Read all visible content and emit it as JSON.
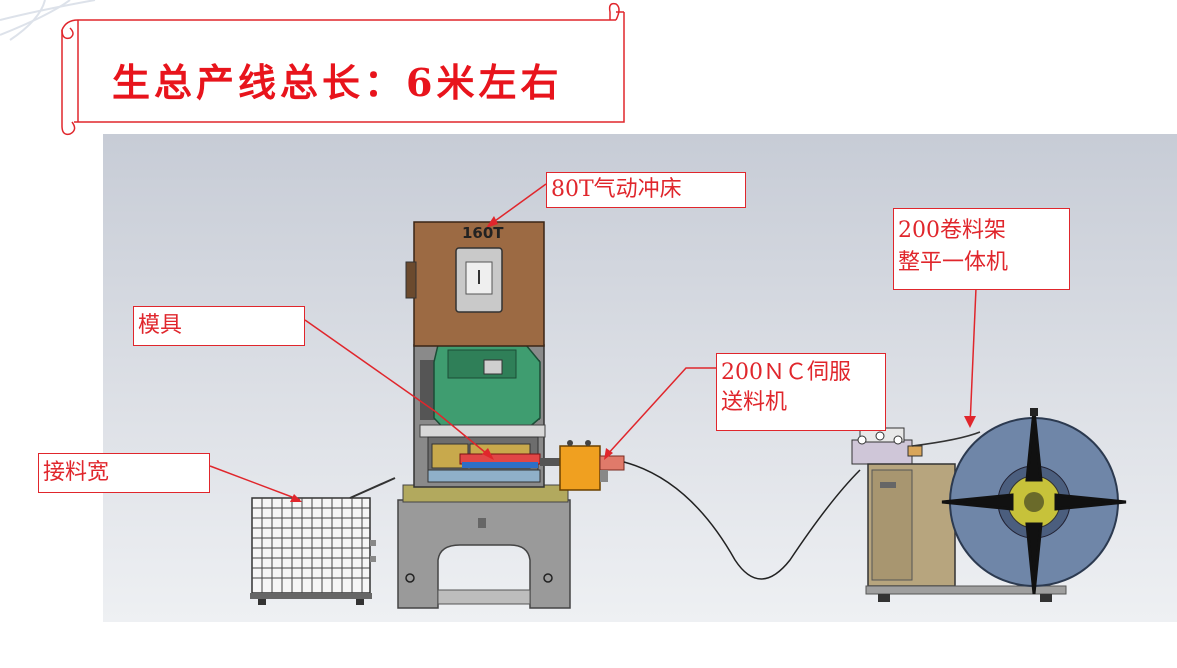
{
  "title": "生总产线总长：6米左右",
  "labels": {
    "press": "80T气动冲床",
    "mold": "模具",
    "receiver": "接料宽",
    "feeder_line1": "200ＮＣ伺服",
    "feeder_line2": "送料机",
    "uncoiler_line1": "200卷料架",
    "uncoiler_line2": "整平一体机"
  },
  "press_marking": "160T",
  "colors": {
    "title_red": "#e8141c",
    "label_red": "#e0262c",
    "press_brown": "#9c6a43",
    "press_gray": "#8c8c8c",
    "press_green": "#3f9d70",
    "feeder_orange": "#f0a020",
    "cabinet_tan": "#b7a57e",
    "coil_blue": "#6f86a8"
  }
}
